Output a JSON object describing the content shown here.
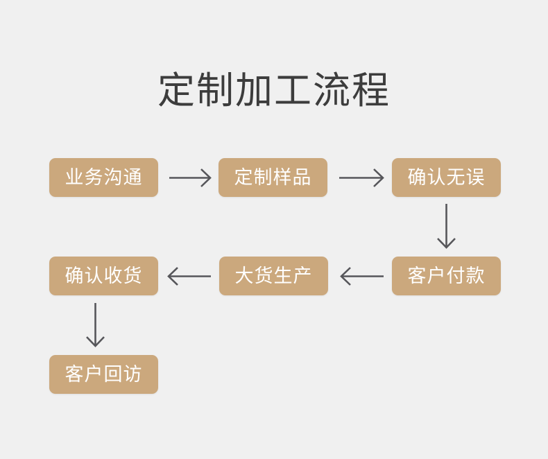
{
  "page": {
    "background_color": "#f0f0f0",
    "title": "定制加工流程",
    "title_color": "#3c3c3c"
  },
  "theme": {
    "node_fill": "#cba87d",
    "node_text_color": "#ffffff",
    "arrow_color": "#56565a"
  },
  "flow": {
    "nodes": [
      {
        "id": "business-communication",
        "label": "业务沟通",
        "row": 1,
        "col": 1
      },
      {
        "id": "custom-sample",
        "label": "定制样品",
        "row": 1,
        "col": 2
      },
      {
        "id": "confirm-correct",
        "label": "确认无误",
        "row": 1,
        "col": 3
      },
      {
        "id": "confirm-receipt",
        "label": "确认收货",
        "row": 2,
        "col": 1
      },
      {
        "id": "bulk-production",
        "label": "大货生产",
        "row": 2,
        "col": 2
      },
      {
        "id": "customer-payment",
        "label": "客户付款",
        "row": 2,
        "col": 3
      },
      {
        "id": "customer-revisit",
        "label": "客户回访",
        "row": 3,
        "col": 1
      }
    ],
    "connectors": [
      {
        "id": "arrow-biz-to-sample",
        "from": "business-communication",
        "to": "custom-sample",
        "direction": "right"
      },
      {
        "id": "arrow-sample-to-confirm",
        "from": "custom-sample",
        "to": "confirm-correct",
        "direction": "right"
      },
      {
        "id": "arrow-confirm-to-payment",
        "from": "confirm-correct",
        "to": "customer-payment",
        "direction": "down"
      },
      {
        "id": "arrow-payment-to-bulk",
        "from": "customer-payment",
        "to": "bulk-production",
        "direction": "left"
      },
      {
        "id": "arrow-bulk-to-receipt",
        "from": "bulk-production",
        "to": "confirm-receipt",
        "direction": "left"
      },
      {
        "id": "arrow-receipt-to-revisit",
        "from": "confirm-receipt",
        "to": "customer-revisit",
        "direction": "down"
      }
    ]
  }
}
